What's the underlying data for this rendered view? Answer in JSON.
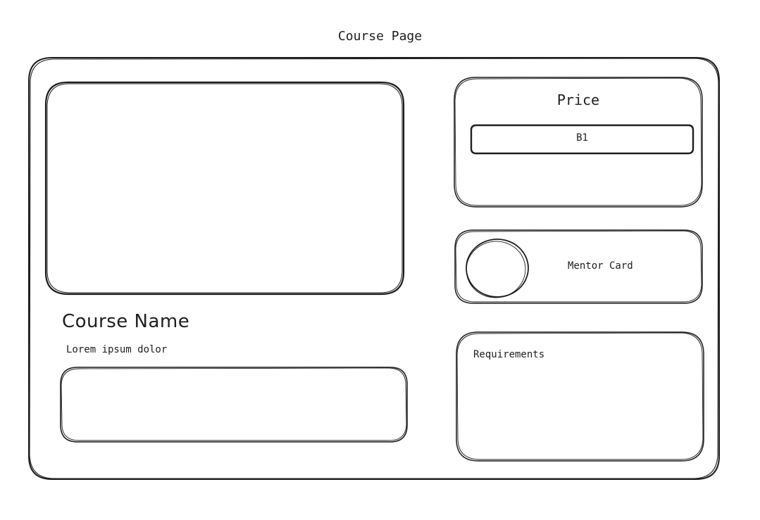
{
  "page": {
    "title": "Course Page"
  },
  "course": {
    "name": "Course Name",
    "description": "Lorem ipsum dolor"
  },
  "price_card": {
    "title": "Price",
    "button_label": "B1"
  },
  "mentor_card": {
    "label": "Mentor Card"
  },
  "requirements_card": {
    "label": "Requirements"
  },
  "colors": {
    "stroke": "#1e1e1e",
    "background": "#ffffff"
  }
}
